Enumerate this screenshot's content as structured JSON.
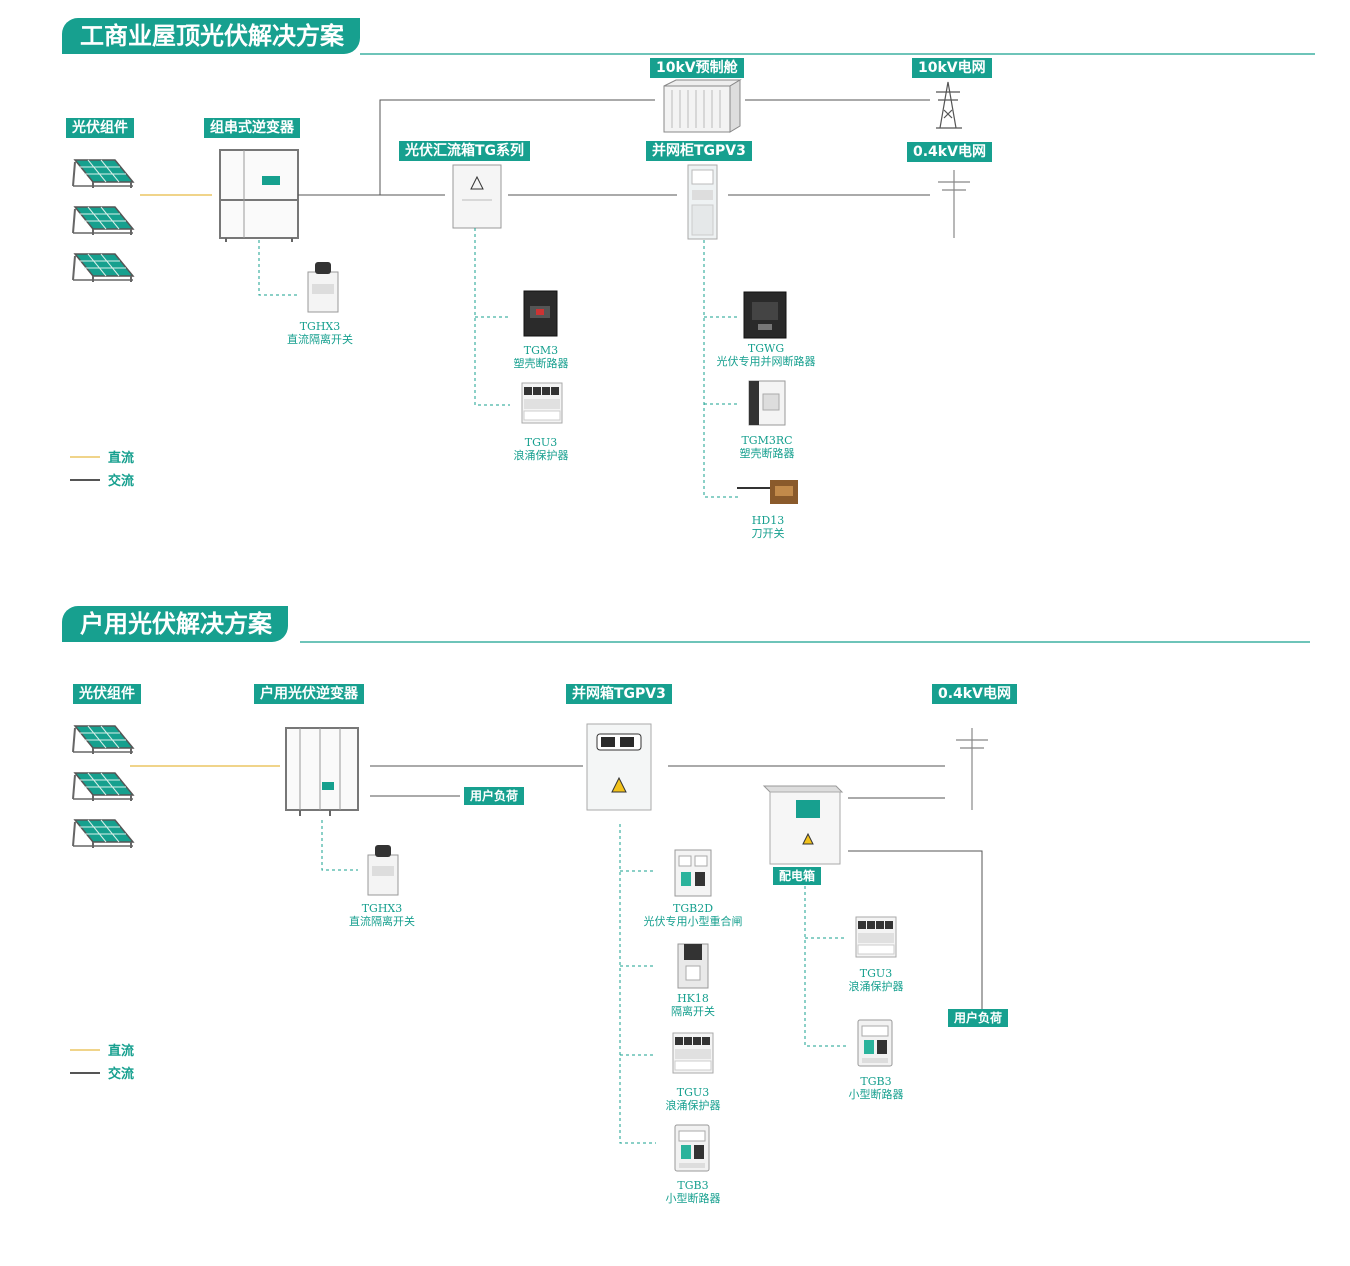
{
  "colors": {
    "accent": "#17a08f",
    "dc_line": "#f0d48a",
    "ac_line": "#555555",
    "dash_line": "#17a08f"
  },
  "commercial": {
    "title": "工商业屋顶光伏解决方案",
    "labels": {
      "pv_modules": "光伏组件",
      "string_inverter": "组串式逆变器",
      "precast_cabin": "10kV预制舱",
      "grid_10kv": "10kV电网",
      "combiner_box": "光伏汇流箱TG系列",
      "grid_cabinet": "并网柜TGPV3",
      "grid_04kv": "0.4kV电网"
    },
    "products": [
      {
        "model": "TGHX3",
        "desc": "直流隔离开关"
      },
      {
        "model": "TGM3",
        "desc": "塑壳断路器"
      },
      {
        "model": "TGU3",
        "desc": "浪涌保护器"
      },
      {
        "model": "TGWG",
        "desc": "光伏专用并网断路器"
      },
      {
        "model": "TGM3RC",
        "desc": "塑壳断路器"
      },
      {
        "model": "HD13",
        "desc": "刀开关"
      }
    ],
    "legend": {
      "dc": "直流",
      "ac": "交流"
    }
  },
  "residential": {
    "title": "户用光伏解决方案",
    "labels": {
      "pv_modules": "光伏组件",
      "inverter": "户用光伏逆变器",
      "grid_box": "并网箱TGPV3",
      "grid_04kv": "0.4kV电网",
      "user_load_1": "用户负荷",
      "distribution_box": "配电箱",
      "user_load_2": "用户负荷"
    },
    "products": [
      {
        "model": "TGHX3",
        "desc": "直流隔离开关"
      },
      {
        "model": "TGB2D",
        "desc": "光伏专用小型重合闸"
      },
      {
        "model": "HK18",
        "desc": "隔离开关"
      },
      {
        "model": "TGU3",
        "desc": "浪涌保护器"
      },
      {
        "model": "TGB3",
        "desc": "小型断路器"
      },
      {
        "model": "TGU3",
        "desc": "浪涌保护器"
      },
      {
        "model": "TGB3",
        "desc": "小型断路器"
      }
    ],
    "legend": {
      "dc": "直流",
      "ac": "交流"
    }
  }
}
